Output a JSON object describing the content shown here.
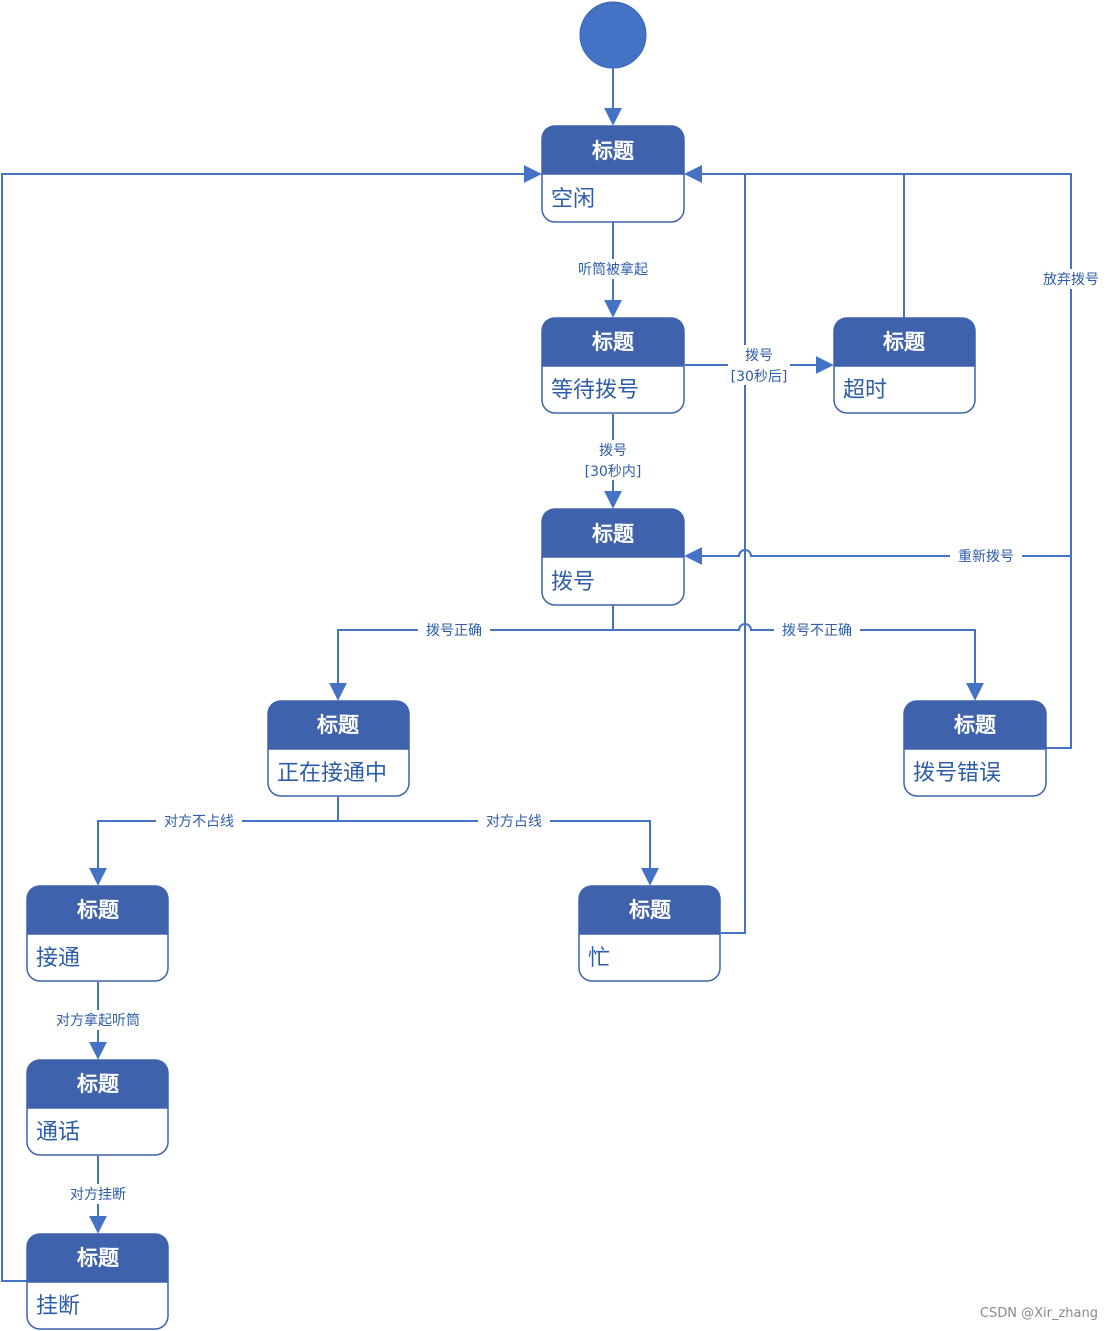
{
  "colors": {
    "line": "#4472C4",
    "header": "#3E63AC",
    "text": "#2E5DA8",
    "start": "#4472C4"
  },
  "states": {
    "idle": {
      "header": "标题",
      "name": "空闲"
    },
    "wait": {
      "header": "标题",
      "name": "等待拨号"
    },
    "timeout": {
      "header": "标题",
      "name": "超时"
    },
    "dialing": {
      "header": "标题",
      "name": "拨号"
    },
    "connecting": {
      "header": "标题",
      "name": "正在接通中"
    },
    "dial_error": {
      "header": "标题",
      "name": "拨号错误"
    },
    "connected": {
      "header": "标题",
      "name": "接通"
    },
    "busy": {
      "header": "标题",
      "name": "忙"
    },
    "talking": {
      "header": "标题",
      "name": "通话"
    },
    "hangup": {
      "header": "标题",
      "name": "挂断"
    }
  },
  "transitions": {
    "pickup": "听筒被拿起",
    "dial_late_1": "拨号",
    "dial_late_2": "[30秒后]",
    "dial_ok_1": "拨号",
    "dial_ok_2": "[30秒内]",
    "abandon": "放弃拨号",
    "redial": "重新拨号",
    "correct": "拨号正确",
    "incorrect": "拨号不正确",
    "not_busy": "对方不占线",
    "line_busy": "对方占线",
    "answer": "对方拿起听筒",
    "remote_hangup": "对方挂断"
  },
  "watermark": "CSDN @Xir_zhang"
}
